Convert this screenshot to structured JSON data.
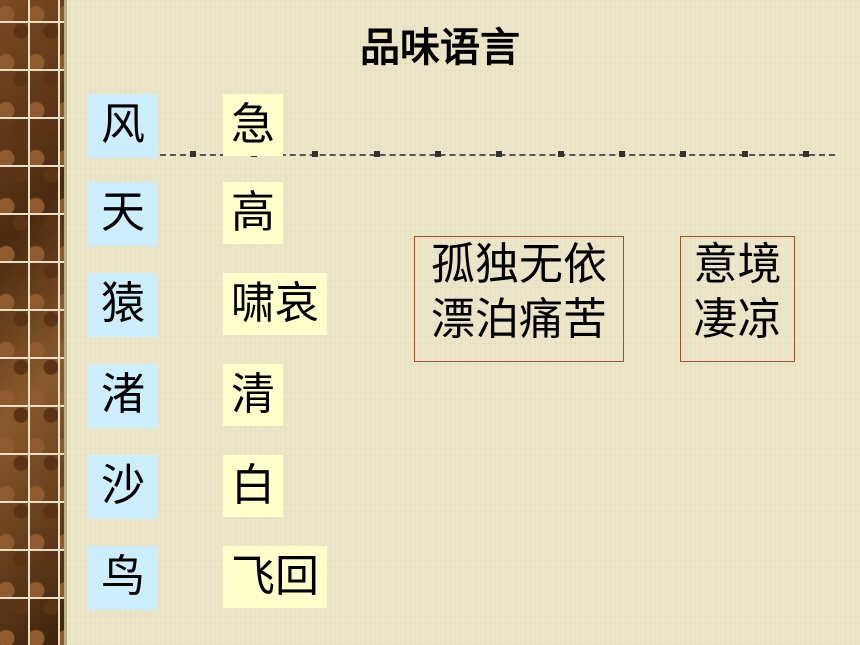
{
  "title": "品味语言",
  "left_column": [
    "风",
    "天",
    "猿",
    "渚",
    "沙",
    "鸟"
  ],
  "right_column": [
    "急",
    "高",
    "啸哀",
    "清",
    "白",
    "飞回"
  ],
  "box_one": {
    "line1": "孤独无依",
    "line2": "漂泊痛苦"
  },
  "box_two": {
    "line1": "意境",
    "line2": "凄凉"
  }
}
